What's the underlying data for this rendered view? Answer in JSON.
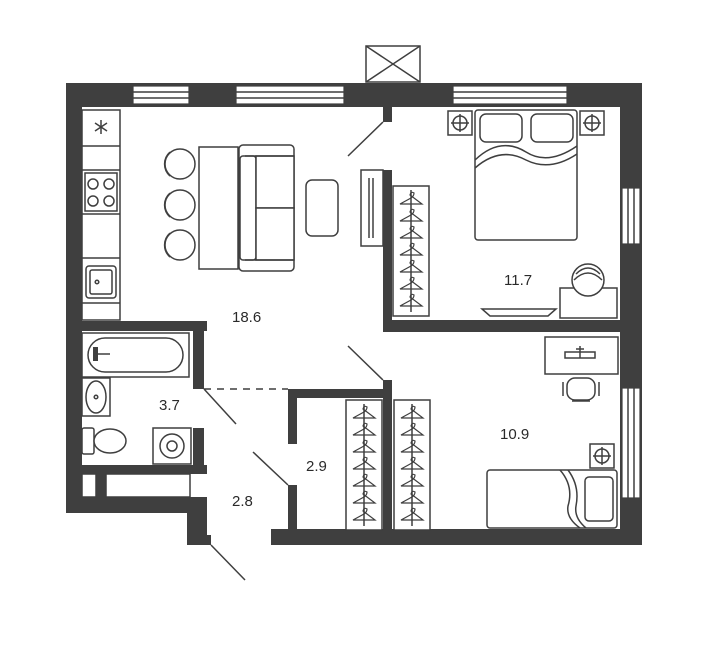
{
  "rooms": [
    {
      "id": "living-kitchen",
      "area": "18.6"
    },
    {
      "id": "bedroom",
      "area": "11.7"
    },
    {
      "id": "bedroom-2",
      "area": "10.9"
    },
    {
      "id": "bathroom",
      "area": "3.7"
    },
    {
      "id": "hallway",
      "area": "2.8"
    },
    {
      "id": "wardrobe",
      "area": "2.9"
    }
  ],
  "icons": {
    "hood": "asterisk-icon",
    "lamp": "ceiling-lamp-icon",
    "hanger": "hanger-icon",
    "ventilation": "ventilation-shaft-icon"
  },
  "colors": {
    "wall": "#3f3f3f",
    "text": "#2a2a2a",
    "background": "#ffffff"
  }
}
